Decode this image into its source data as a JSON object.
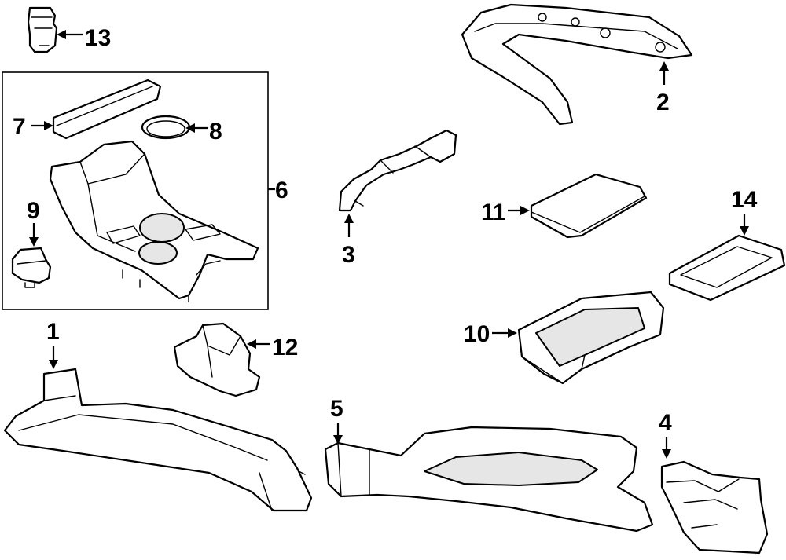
{
  "callouts": [
    {
      "id": "1",
      "text": "1"
    },
    {
      "id": "2",
      "text": "2"
    },
    {
      "id": "3",
      "text": "3"
    },
    {
      "id": "4",
      "text": "4"
    },
    {
      "id": "5",
      "text": "5"
    },
    {
      "id": "6",
      "text": "6"
    },
    {
      "id": "7",
      "text": "7"
    },
    {
      "id": "8",
      "text": "8"
    },
    {
      "id": "9",
      "text": "9"
    },
    {
      "id": "10",
      "text": "10"
    },
    {
      "id": "11",
      "text": "11"
    },
    {
      "id": "12",
      "text": "12"
    },
    {
      "id": "13",
      "text": "13"
    },
    {
      "id": "14",
      "text": "14"
    }
  ],
  "colors": {
    "line": "#000000",
    "background": "#ffffff",
    "shade": "#e6e6e6"
  }
}
